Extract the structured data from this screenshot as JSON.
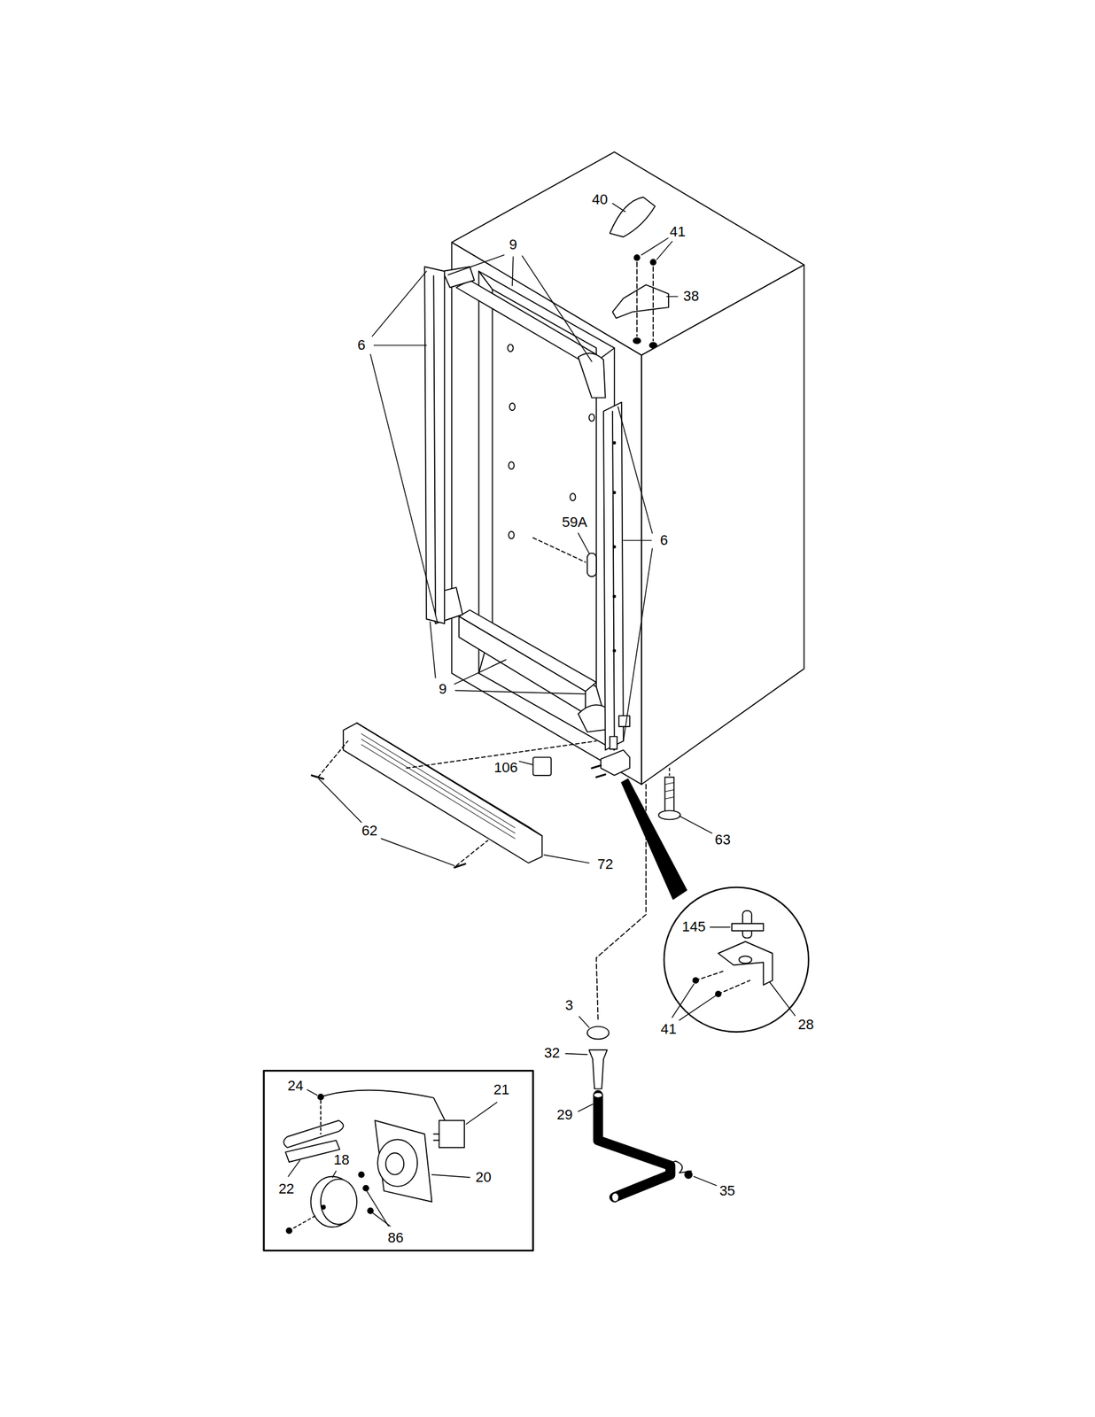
{
  "diagram": {
    "labels": [
      "40",
      "9",
      "41",
      "38",
      "6",
      "59A",
      "6",
      "9",
      "106",
      "62",
      "63",
      "72",
      "145",
      "3",
      "28",
      "41",
      "32",
      "24",
      "21",
      "29",
      "20",
      "22",
      "35",
      "18",
      "86"
    ]
  }
}
